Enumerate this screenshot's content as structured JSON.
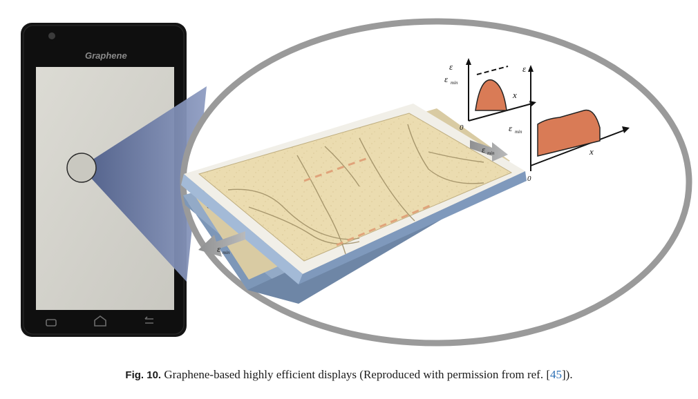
{
  "figure": {
    "phone_brand": "Graphene",
    "arrow_label_left": "ε",
    "arrow_label_left_sub": "min",
    "arrow_label_right": "ε",
    "arrow_label_right_sub": "min",
    "plot1": {
      "y_label": "ε",
      "y_label_2": "ε",
      "level_label": "ε",
      "level_label_sub": "min",
      "x_label": "x",
      "origin": "0"
    },
    "plot2": {
      "level_label": "ε",
      "level_label_sub": "min",
      "x_label": "x",
      "origin": "0"
    }
  },
  "caption": {
    "label": "Fig. 10.",
    "text": " Graphene-based highly efficient displays (Reproduced with permission from ref. [",
    "ref": "45",
    "tail": "])."
  }
}
